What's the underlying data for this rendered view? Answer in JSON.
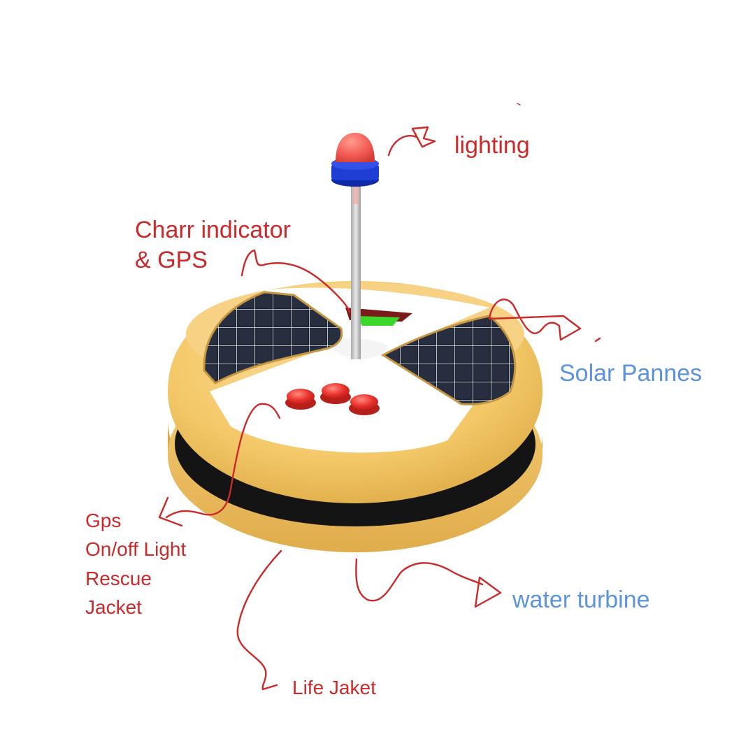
{
  "colors": {
    "annotation_red": "#cc2a2a",
    "annotation_blue": "#5b93dd",
    "buoy_body": "#f4c868",
    "light_dome": "#f25a52",
    "light_base": "#1f3fd4",
    "solar_panel": "#1c2230",
    "button": "#e8302a",
    "indicator_green": "#3bd82b"
  },
  "labels": {
    "lighting": "lighting",
    "charr_indicator": [
      "Charr indicator",
      "& GPS"
    ],
    "solar_pannes": "Solar Pannes",
    "controls": [
      "Gps",
      "On/off Light",
      "Rescue",
      "Jacket"
    ],
    "water_turbine": "water turbine",
    "life_jaket": "Life Jaket"
  }
}
